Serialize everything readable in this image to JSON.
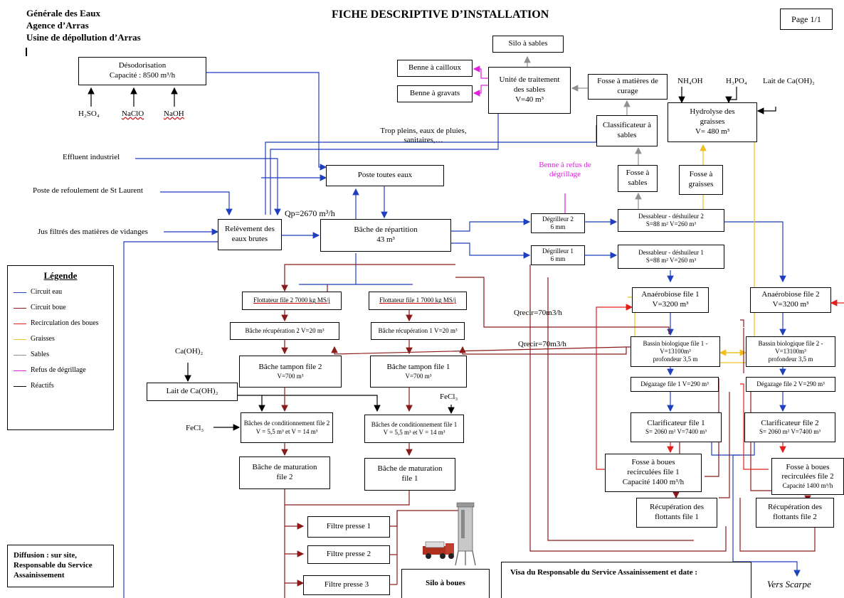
{
  "header": {
    "org_line1": "Générale des Eaux",
    "org_line2": "Agence d’Arras",
    "org_line3": "Usine de dépollution d’Arras",
    "title": "FICHE DESCRIPTIVE D’INSTALLATION",
    "page": "Page 1/1"
  },
  "boxes": {
    "desodorisation": "Désodorisation",
    "desodorisation_cap": "Capacité : 8500 m³/h",
    "silo_sables": "Silo à sables",
    "benne_cailloux": "Benne à cailloux",
    "benne_gravats": "Benne à gravats",
    "unite_traitement": "Unité de traitement des sables",
    "unite_traitement_v": "V=40 m³",
    "fosse_curage": "Fosse à matières de curage",
    "classificateur": "Classificateur à sables",
    "hydrolyse": "Hydrolyse des graisses",
    "hydrolyse_v": "V= 480 m³",
    "poste_toutes_eaux": "Poste toutes eaux",
    "releve": "Relèvement des eaux brutes",
    "bache_repartition": "Bâche de répartition",
    "bache_repartition_v": "43 m³",
    "degrilleur2": "Dégrilleur 2",
    "degrilleur2_mm": "6 mm",
    "degrilleur1": "Dégrilleur 1",
    "degrilleur1_mm": "6 mm",
    "dessableur2": "Dessableur  - déshuileur 2",
    "dessableur2_s": "S=88 m²   V=260 m³",
    "dessableur1": "Dessableur  - déshuileur 1",
    "dessableur1_s": "S=88 m²   V=260 m³",
    "fosse_sables": "Fosse à sables",
    "fosse_graisses": "Fosse à graisses",
    "flottateur2": "Flottateur file 2  7000 kg MS/j",
    "flottateur1": "Flottateur file 1  7000 kg MS/j",
    "bache_recup2": "Bâche récupération 2  V=20 m³",
    "bache_recup1": "Bâche récupération 1  V=20 m³",
    "bache_tampon2": "Bâche tampon file 2",
    "bache_tampon2_v": "V=700 m³",
    "bache_tampon1": "Bâche tampon file 1",
    "bache_tampon1_v": "V=700 m³",
    "lait_chaux": "Lait de Ca(OH)₂",
    "conditionnement2": "Bâches de conditionnement file 2",
    "conditionnement2_v": "V = 5,5 m³ et V = 14 m³",
    "conditionnement1": "Bâches de conditionnement file 1",
    "conditionnement1_v": "V = 5,5 m³ et V = 14 m³",
    "maturation2": "Bâche de maturation file 2",
    "maturation1": "Bâche de maturation file 1",
    "filtre1": "Filtre presse 1",
    "filtre2": "Filtre presse 2",
    "filtre3": "Filtre presse 3",
    "silo_boues": "Silo à boues",
    "anaerobiose1": "Anaérobiose file 1",
    "anaerobiose1_v": "V=3200 m³",
    "anaerobiose2": "Anaérobiose file 2",
    "anaerobiose2_v": "V=3200 m³",
    "bassin1": "Bassin biologique file 1 -",
    "bassin1_v": "V=13100m³",
    "bassin1_p": "profondeur 3,5 m",
    "bassin2": "Bassin biologique file 2 -",
    "bassin2_v": "V=13100m³",
    "bassin2_p": "profondeur 3,5 m",
    "degazage1": "Dégazage file 1 V=290 m³",
    "degazage2": "Dégazage file 2 V=290 m³",
    "clarificateur1": "Clarificateur file 1",
    "clarificateur1_s": "S= 2060 m²   V=7400 m³",
    "clarificateur2": "Clarificateur file 2",
    "clarificateur2_s": "S= 2060 m²   V=7400 m³",
    "fosse_boues1": "Fosse à boues recirculées file 1",
    "fosse_boues1_c": "Capacité 1400 m³/h",
    "fosse_boues2": "Fosse à boues recirculées file 2",
    "fosse_boues2_c": "Capacité  1400 m³/h",
    "recup_flottants1": "Récupération des flottants  file 1",
    "recup_flottants2": "Récupération des flottants  file 2",
    "visa": "Visa du Responsable du Service Assainissement et date :",
    "diffusion": "Diffusion : sur site, Responsable du Service Assainissement"
  },
  "labels": {
    "h2so4": "H₂SO₄",
    "naclo": "NaClO",
    "naoh": "NaOH",
    "nh4oh": "NH₄OH",
    "h3po4": "H₃PO₄",
    "lait_caoh2_top": "Lait de Ca(OH)₂",
    "trop_pleins": "Trop pleins, eaux de pluies, sanitaires,…",
    "effluent": "Effluent industriel",
    "st_laurent": "Poste de refoulement de St Laurent",
    "jus_filtres": "Jus filtrés des matières de vidanges",
    "qp": "Qp=2670 m³/h",
    "benne_refus": "Benne à refus de dégrillage",
    "caoh2": "Ca(OH)₂",
    "fecl3_left": "FeCl₃",
    "fecl3_mid": "FeCl₃",
    "qrecir1": "Qrecir=70m3/h",
    "qrecir2": "Qrecir=70m3/h",
    "vers_scarpe": "Vers Scarpe"
  },
  "legend": {
    "title": "Légende",
    "items": [
      {
        "label": "Circuit eau",
        "color": "#1f3fbf"
      },
      {
        "label": "Circuit boue",
        "color": "#8b1a1a"
      },
      {
        "label": "Recirculation des boues",
        "color": "#e0201a"
      },
      {
        "label": "Graisses",
        "color": "#f0c020"
      },
      {
        "label": "Sables",
        "color": "#909090"
      },
      {
        "label": "Refus de dégrillage",
        "color": "#e020e0"
      },
      {
        "label": "Réactifs",
        "color": "#000000"
      }
    ]
  },
  "colors": {
    "eau": "#1f3fbf",
    "boue": "#8b1a1a",
    "recirculation": "#e0201a",
    "graisses": "#f0c020",
    "sables": "#909090",
    "refus": "#e020e0",
    "reactifs": "#000000"
  },
  "icons": {
    "truck": "truck-icon",
    "silo": "silo-icon"
  }
}
